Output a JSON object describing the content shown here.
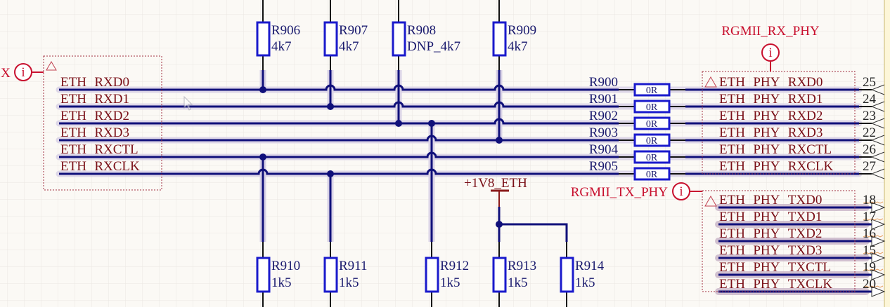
{
  "app": {
    "view": "schematic-sheet"
  },
  "colors": {
    "background": "#fbf9f5",
    "grid": "#e9e6e0",
    "wire": "#10107a",
    "wire_highlight": "#d9d2e6",
    "component_body": "#1a1acc",
    "component_text": "#1a1a6e",
    "net_label": "#7a1018",
    "harness": "#c8102e",
    "power": "#8b1a1a",
    "port_border": "#a03040",
    "pin_lead": "#111111"
  },
  "left_harness": {
    "partial_label": "X",
    "info_icon": "i",
    "signals": [
      "ETH_RXD0",
      "ETH_RXD1",
      "ETH_RXD2",
      "ETH_RXD3",
      "ETH_RXCTL",
      "ETH_RXCLK"
    ]
  },
  "series_resistors": [
    {
      "ref": "R900",
      "value": "0R"
    },
    {
      "ref": "R901",
      "value": "0R"
    },
    {
      "ref": "R902",
      "value": "0R"
    },
    {
      "ref": "R903",
      "value": "0R"
    },
    {
      "ref": "R904",
      "value": "0R"
    },
    {
      "ref": "R905",
      "value": "0R"
    }
  ],
  "pullups": [
    {
      "ref": "R906",
      "value": "4k7"
    },
    {
      "ref": "R907",
      "value": "4k7"
    },
    {
      "ref": "R908",
      "value": "DNP_4k7"
    },
    {
      "ref": "R909",
      "value": "4k7"
    }
  ],
  "pulldowns": [
    {
      "ref": "R910",
      "value": "1k5"
    },
    {
      "ref": "R911",
      "value": "1k5"
    },
    {
      "ref": "R912",
      "value": "1k5"
    },
    {
      "ref": "R913",
      "value": "1k5"
    },
    {
      "ref": "R914",
      "value": "1k5"
    }
  ],
  "power_port": {
    "label": "+1V8_ETH"
  },
  "rx_phy_harness": {
    "title": "RGMII_RX_PHY",
    "info_icon": "i",
    "entries": [
      {
        "signal": "ETH_PHY_RXD0",
        "pin": "25"
      },
      {
        "signal": "ETH_PHY_RXD1",
        "pin": "24"
      },
      {
        "signal": "ETH_PHY_RXD2",
        "pin": "23"
      },
      {
        "signal": "ETH_PHY_RXD3",
        "pin": "22"
      },
      {
        "signal": "ETH_PHY_RXCTL",
        "pin": "26"
      },
      {
        "signal": "ETH_PHY_RXCLK",
        "pin": "27"
      }
    ]
  },
  "tx_phy_harness": {
    "title": "RGMII_TX_PHY",
    "info_icon": "i",
    "entries": [
      {
        "signal": "ETH_PHY_TXD0",
        "pin": "18"
      },
      {
        "signal": "ETH_PHY_TXD1",
        "pin": "17"
      },
      {
        "signal": "ETH_PHY_TXD2",
        "pin": "16"
      },
      {
        "signal": "ETH_PHY_TXD3",
        "pin": "15"
      },
      {
        "signal": "ETH_PHY_TXCTL",
        "pin": "19"
      },
      {
        "signal": "ETH_PHY_TXCLK",
        "pin": "20"
      }
    ]
  }
}
